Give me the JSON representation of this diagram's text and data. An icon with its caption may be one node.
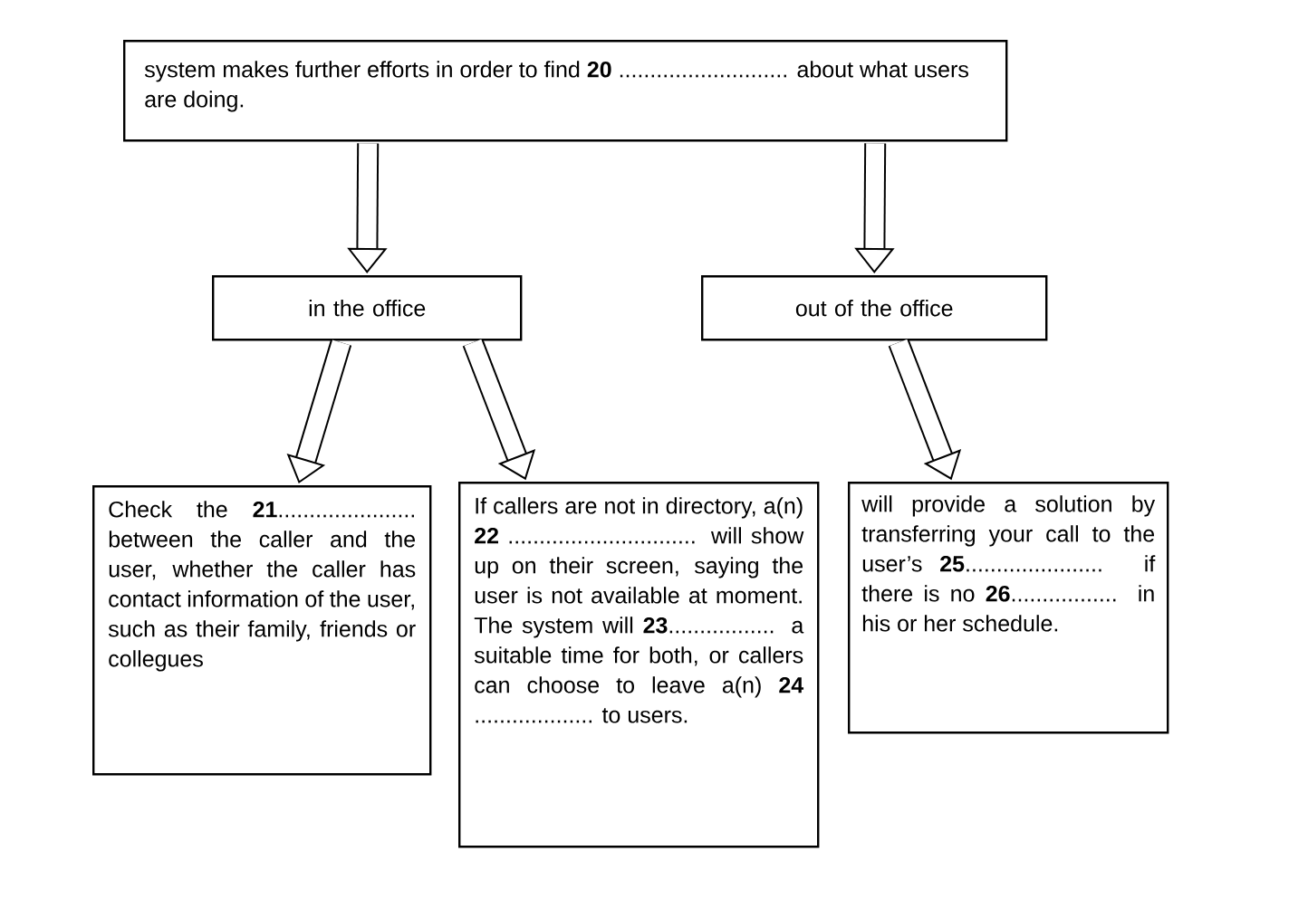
{
  "diagram": {
    "nodes": [
      {
        "text": [
          "system makes further efforts in order to find **20** ........................... about what users are doing."
        ]
      },
      {
        "text": [
          "in the office"
        ]
      },
      {
        "text": [
          "out of the office"
        ]
      },
      {
        "text": [
          "Check the **21**...................... between the caller and the user, whether the caller has contact information of the user, such as their family, friends or collegues"
        ]
      },
      {
        "text": [
          "If callers are not in directory, a(n) **22** .............................. will show up on their screen, saying the user is not available at moment. The system will **23**................. a suitable time for both, or callers can choose to leave a(n) **24** ................... to users."
        ]
      },
      {
        "text": [
          "will provide a solution by transferring your call to the user’s **25**...................... if there is no **26**................. in his or her schedule."
        ]
      }
    ],
    "edges": [
      {
        "from": 0,
        "to": 1,
        "arrow": "to"
      },
      {
        "from": 0,
        "to": 2,
        "arrow": "to"
      },
      {
        "from": 1,
        "to": 3,
        "arrow": "to"
      },
      {
        "from": 1,
        "to": 4,
        "arrow": "to"
      },
      {
        "from": 2,
        "to": 5,
        "arrow": "to"
      }
    ]
  }
}
